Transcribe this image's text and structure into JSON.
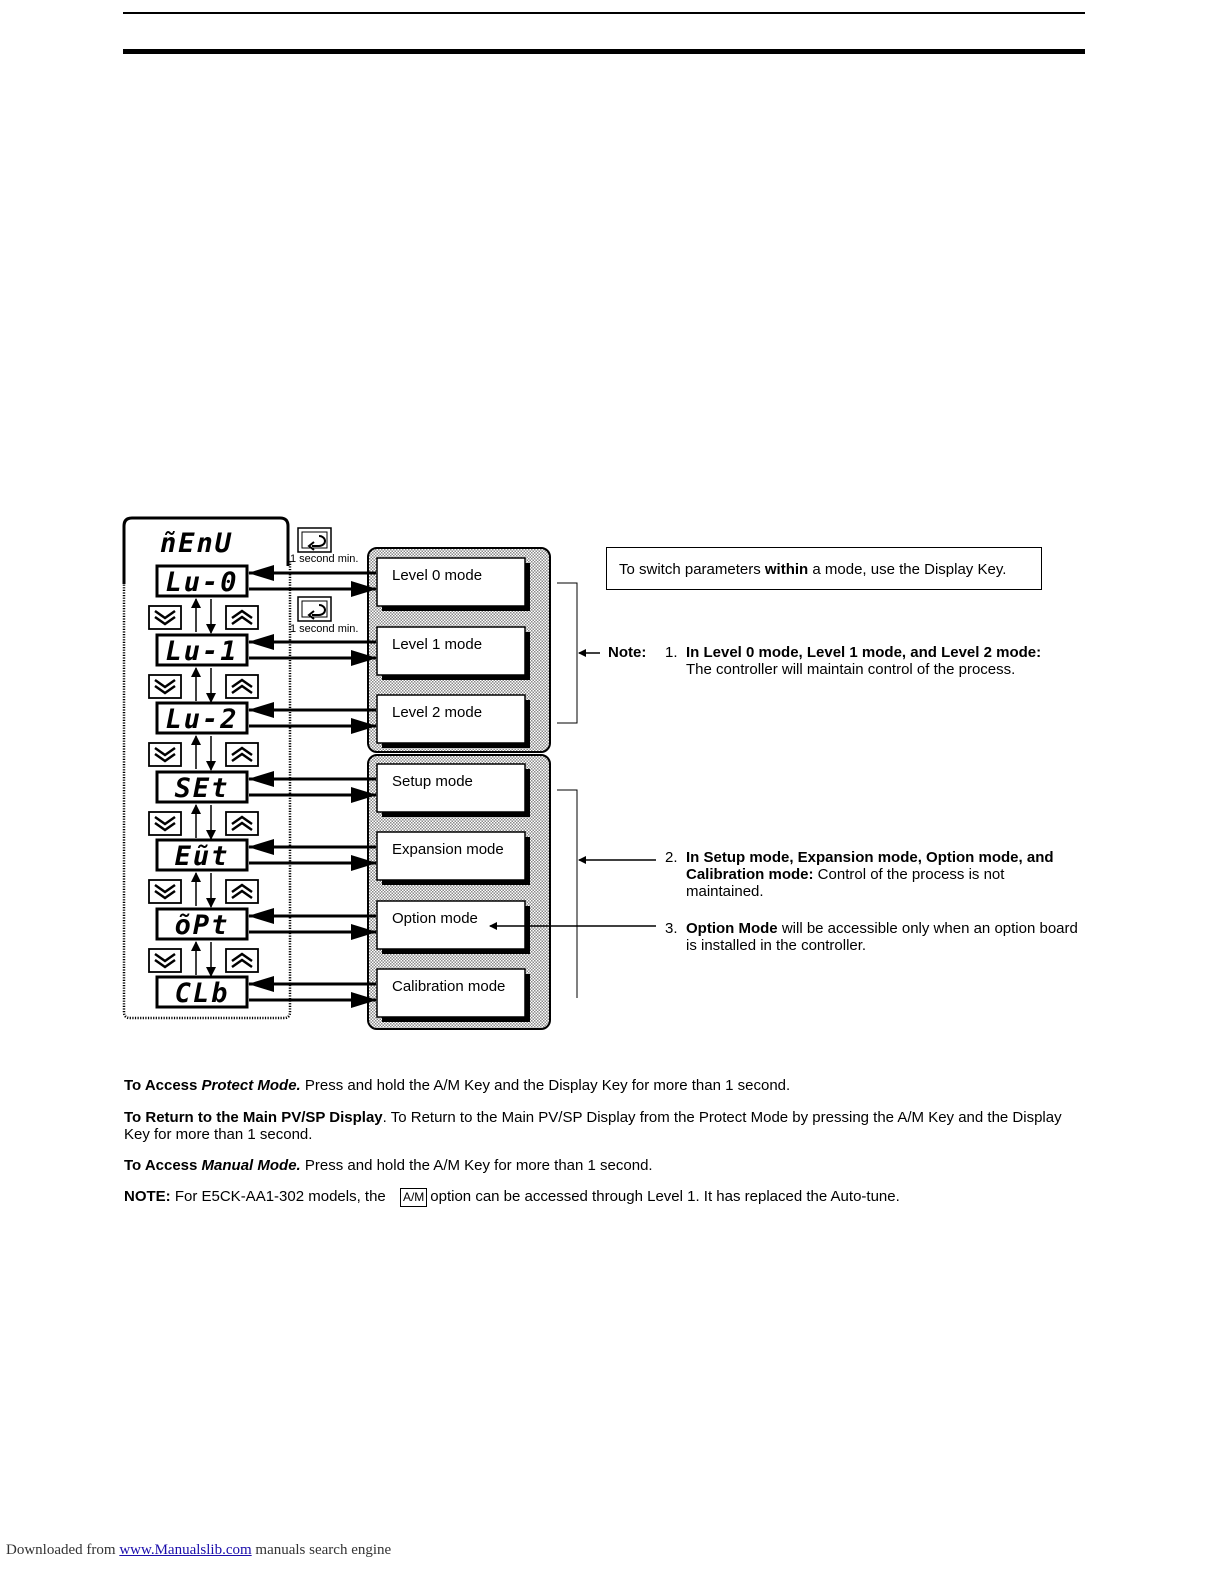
{
  "diagram": {
    "menu_display": "ñEnU",
    "hold_label": "1 second min.",
    "levels": [
      {
        "display": "Lu-0",
        "mode": "Level 0 mode"
      },
      {
        "display": "Lu-1",
        "mode": "Level 1 mode"
      },
      {
        "display": "Lu-2",
        "mode": "Level 2 mode"
      },
      {
        "display": "SEt",
        "mode": "Setup mode"
      },
      {
        "display": "Eũt",
        "mode": "Expansion mode"
      },
      {
        "display": "õPt",
        "mode": "Option mode"
      },
      {
        "display": "CLb",
        "mode": "Calibration mode"
      }
    ]
  },
  "switch_box": {
    "pre": "To switch parameters ",
    "bold": "within",
    "post": " a mode, use the Display Key."
  },
  "notes": {
    "label": "Note:",
    "items": [
      {
        "num": "1.",
        "bold": "In Level 0 mode, Level 1 mode, and Level 2 mode:",
        "text": "The controller will maintain control of the process."
      },
      {
        "num": "2.",
        "bold": "In Setup mode, Expansion mode, Option mode, and Calibration mode:",
        "text": " Control of the process is not maintained."
      },
      {
        "num": "3.",
        "bold": "Option Mode",
        "text": " will be accessible only when an option board is installed in the controller."
      }
    ]
  },
  "paragraphs": {
    "protect": {
      "lead": "To Access ",
      "lead_italic": "Protect Mode.",
      "text": " Press and hold the A/M Key and the Display Key for more than 1 second."
    },
    "return": {
      "lead": "To Return to the Main PV/SP Display",
      "text": ". To Return to the Main PV/SP Display from the Protect Mode by pressing   the A/M Key and the Display Key for more than 1 second."
    },
    "manual": {
      "lead": "To Access ",
      "lead_italic": "Manual Mode.",
      "text": " Press and hold the A/M Key for more than 1 second."
    },
    "note": {
      "lead": "NOTE:",
      "pre": "  For E5CK-AA1-302 models, the ",
      "key": "A/M",
      "post": "option can be accessed through Level 1. It has replaced the Auto-tune."
    }
  },
  "footer": {
    "pre": "Downloaded from ",
    "link": "www.Manualslib.com",
    "post": "  manuals search engine"
  }
}
